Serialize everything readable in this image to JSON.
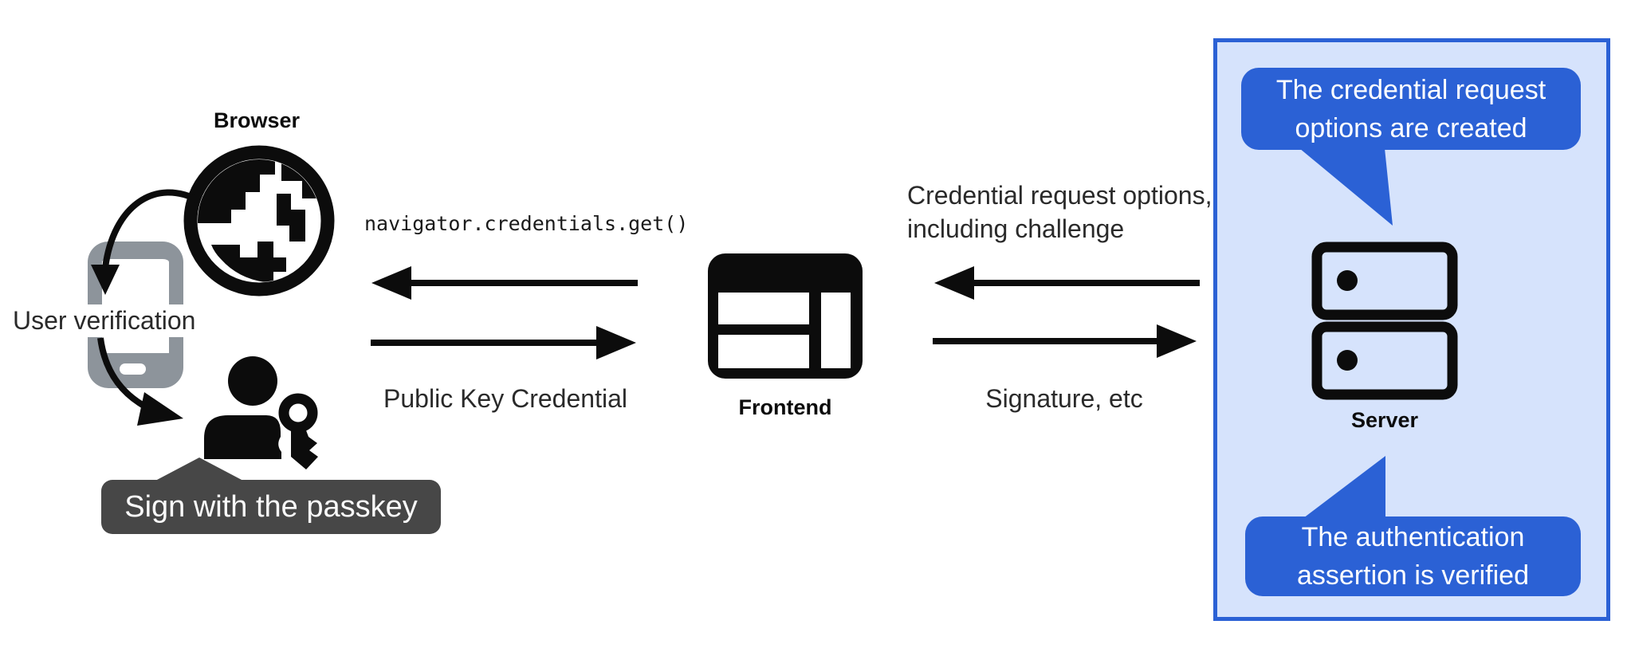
{
  "entities": {
    "browser": {
      "label": "Browser"
    },
    "frontend": {
      "label": "Frontend"
    },
    "server": {
      "label": "Server"
    }
  },
  "annotations": {
    "user_verification": "User verification",
    "sign_with_passkey": "Sign with the passkey",
    "server_top_bubble": "The credential request\noptions are created",
    "server_bottom_bubble": "The authentication\nassertion is verified"
  },
  "flows": {
    "frontend_to_browser_code": "navigator.credentials.get()",
    "browser_to_frontend": "Public Key Credential",
    "server_to_frontend": "Credential request options,\nincluding challenge",
    "frontend_to_server": "Signature, etc"
  },
  "colors": {
    "accent_blue": "#2b61d5",
    "panel_background": "#d6e3fc",
    "tooltip_gray": "#474747",
    "phone_gray": "#8d949b",
    "ink_black": "#0c0c0c"
  }
}
